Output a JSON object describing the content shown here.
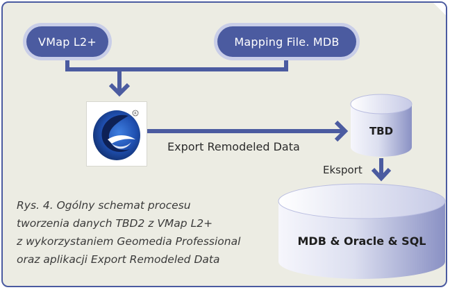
{
  "diagram": {
    "node_vmap": "VMap L2+",
    "node_mapping": "Mapping File. MDB",
    "node_tbd": "TBD",
    "node_db": "MDB & Oracle & SQL",
    "edge_export_remodeled": "Export Remodeled Data",
    "edge_eksport": "Eksport",
    "caption": [
      "Rys. 4. Ogólny schemat procesu",
      "tworzenia danych TBD2 z VMap L2+",
      "z wykorzystaniem Geomedia Professional",
      "oraz aplikacji Export Remodeled Data"
    ]
  },
  "colors": {
    "accent": "#4b5ba0",
    "pill_halo": "#c9cee8",
    "background": "#ecece3",
    "cylinder_light": "#f4f4fb",
    "cylinder_dark": "#8c93c6"
  },
  "icons": {
    "logo": "geomedia-logo-icon"
  }
}
